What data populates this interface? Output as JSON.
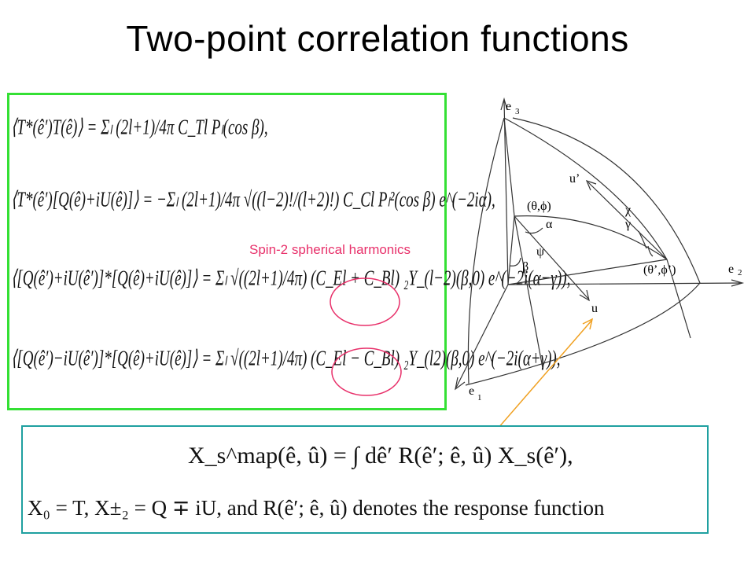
{
  "title": "Two-point correlation functions",
  "equations": {
    "tt": "⟨T*(ê′)T(ê)⟩ = Σₗ (2l+1)/4π C_Tl Pₗ(cos β),",
    "tq": "⟨T*(ê′)[Q(ê)+iU(ê)]⟩ = −Σₗ (2l+1)/4π √((l−2)!/(l+2)!) C_Cl Pₗ²(cos β) e^(−2iα),",
    "pp1": "⟨[Q(ê′)+iU(ê′)]*[Q(ê)+iU(ê)]⟩ = Σₗ √((2l+1)/4π) (C_El + C_Bl) ₂Y_(l−2)(β,0) e^(−2i(α−γ)),",
    "pp2": "⟨[Q(ê′)−iU(ê′)]*[Q(ê)+iU(ê)]⟩ = Σₗ √((2l+1)/4π) (C_El − C_Bl) ₂Y_(l2)(β,0) e^(−2i(α+γ)),"
  },
  "annotation": "Spin-2 spherical harmonics",
  "bottom": {
    "line1": "X_s^map(ê, û) = ∫ dê′ R(ê′; ê, û) X_s(ê′),",
    "line2": "X₀ = T, X±₂ = Q ∓ iU, and R(ê′; ê, û) denotes the response function"
  },
  "diagram": {
    "e1": "e",
    "e1_sub": "1",
    "e2": "e",
    "e2_sub": "2",
    "e3": "e",
    "e3_sub": "3",
    "u": "u",
    "u_prime": "u’",
    "point1": "(θ,ϕ)",
    "point2": "(θ’,ϕ’)",
    "alpha": "α",
    "beta": "β",
    "psi": "ψ",
    "chi": "χ",
    "gamma": "γ"
  },
  "colors": {
    "green_box": "#34e034",
    "teal_box": "#1fa0a0",
    "annotation": "#e8306a",
    "arrow": "#f0a020"
  }
}
